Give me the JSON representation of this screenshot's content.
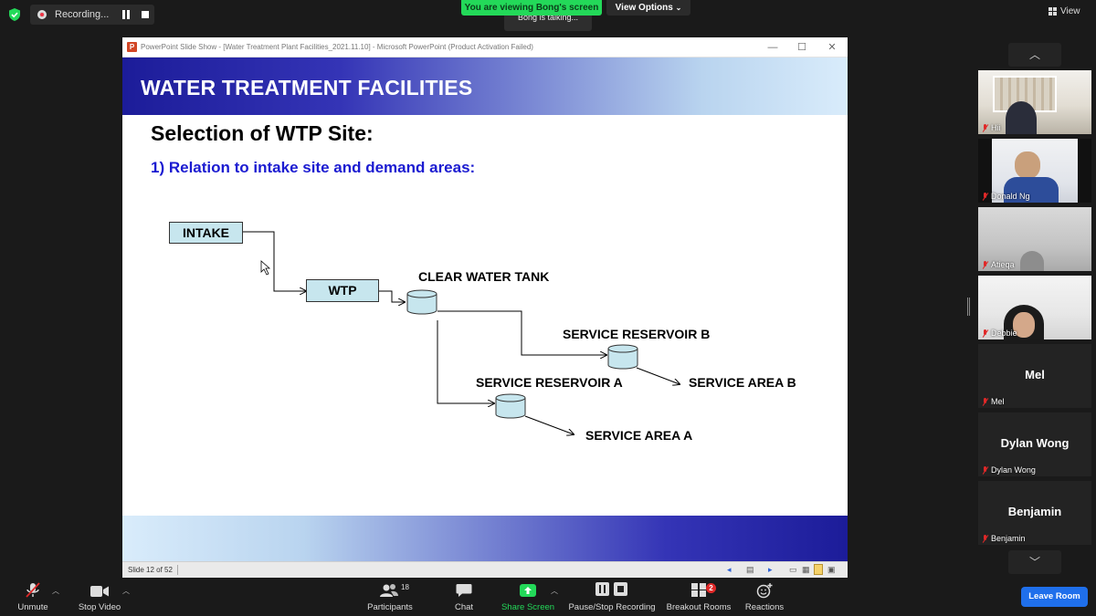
{
  "meeting": {
    "recording_label": "Recording...",
    "viewing_banner": "You are viewing Bong's screen",
    "talking_label": "Bong is talking...",
    "view_options_label": "View Options",
    "view_label": "View"
  },
  "window": {
    "title": "PowerPoint Slide Show - [Water Treatment Plant Facilities_2021.11.10] - Microsoft PowerPoint (Product Activation Failed)",
    "logo_letter": "P",
    "minimize": "—",
    "maximize": "☐",
    "close": "✕"
  },
  "slide": {
    "banner_title": "WATER TREATMENT FACILITIES",
    "heading": "Selection of WTP Site:",
    "subheading": "1) Relation to intake site and demand areas:",
    "diagram": {
      "intake": "INTAKE",
      "wtp": "WTP",
      "clear_water_tank": "CLEAR WATER TANK",
      "service_reservoir_b": "SERVICE RESERVOIR B",
      "service_area_b": "SERVICE AREA B",
      "service_reservoir_a": "SERVICE RESERVOIR A",
      "service_area_a": "SERVICE AREA A"
    },
    "status": "Slide 12 of 52"
  },
  "participants": [
    {
      "name": "Hii",
      "video": true
    },
    {
      "name": "Donald Ng",
      "video": true
    },
    {
      "name": "Atieqa",
      "video": true
    },
    {
      "name": "Debbie",
      "video": true
    },
    {
      "name": "Mel",
      "video": false
    },
    {
      "name": "Dylan Wong",
      "video": false
    },
    {
      "name": "Benjamin",
      "video": false
    }
  ],
  "toolbar": {
    "unmute": "Unmute",
    "stop_video": "Stop Video",
    "participants": "Participants",
    "participants_count": "18",
    "chat": "Chat",
    "share_screen": "Share Screen",
    "pause_stop_recording": "Pause/Stop Recording",
    "breakout_rooms": "Breakout Rooms",
    "breakout_badge": "2",
    "reactions": "Reactions",
    "leave_room": "Leave Room"
  },
  "colors": {
    "share_green": "#23d959",
    "leave_blue": "#1f6feb",
    "slide_blue": "#1b1bd1",
    "box_fill": "#c7e6ee"
  }
}
